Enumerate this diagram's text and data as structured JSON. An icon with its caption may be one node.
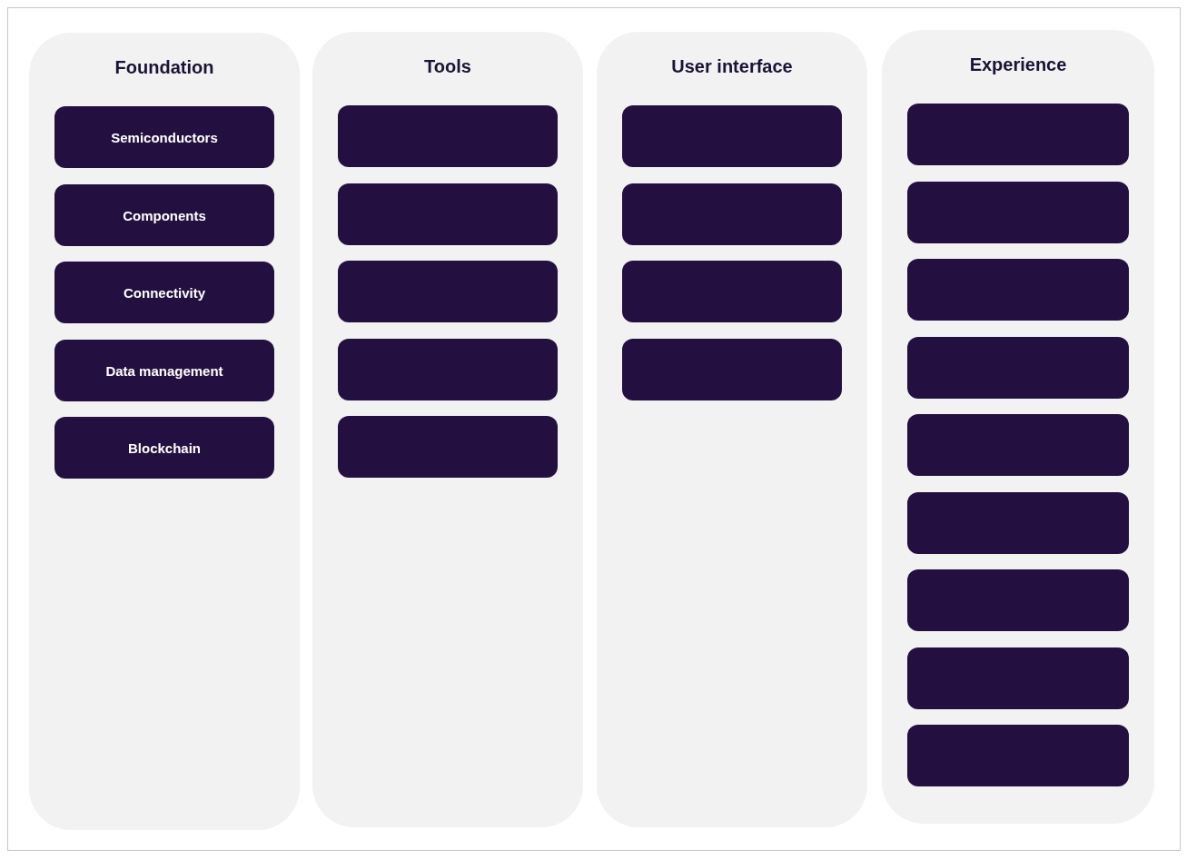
{
  "diagram": {
    "nodes": [
      {
        "text": [
          "Foundation"
        ]
      },
      {
        "text": [
          "Semiconductors"
        ],
        "in": 0
      },
      {
        "text": [
          "Components"
        ],
        "in": 0
      },
      {
        "text": [
          "Connectivity"
        ],
        "in": 0
      },
      {
        "text": [
          "Data management"
        ],
        "in": 0
      },
      {
        "text": [
          "Blockchain"
        ],
        "in": 0
      },
      {
        "text": [
          "Tools"
        ]
      },
      {
        "text": [],
        "shape": "box",
        "in": 6
      },
      {
        "text": [],
        "shape": "box",
        "in": 6
      },
      {
        "text": [],
        "shape": "box",
        "in": 6
      },
      {
        "text": [],
        "shape": "box",
        "in": 6
      },
      {
        "text": [],
        "shape": "box",
        "in": 6
      },
      {
        "text": [
          "User interface"
        ]
      },
      {
        "text": [],
        "shape": "box",
        "in": 12
      },
      {
        "text": [],
        "shape": "box",
        "in": 12
      },
      {
        "text": [],
        "shape": "box",
        "in": 12
      },
      {
        "text": [],
        "shape": "box",
        "in": 12
      },
      {
        "text": [
          "Experience"
        ]
      },
      {
        "text": [],
        "shape": "box",
        "in": 17
      },
      {
        "text": [],
        "shape": "box",
        "in": 17
      },
      {
        "text": [],
        "shape": "box",
        "in": 17
      },
      {
        "text": [],
        "shape": "box",
        "in": 17
      },
      {
        "text": [],
        "shape": "box",
        "in": 17
      },
      {
        "text": [],
        "shape": "box",
        "in": 17
      },
      {
        "text": [],
        "shape": "box",
        "in": 17
      },
      {
        "text": [],
        "shape": "box",
        "in": 17
      },
      {
        "text": [],
        "shape": "box",
        "in": 17
      }
    ]
  }
}
